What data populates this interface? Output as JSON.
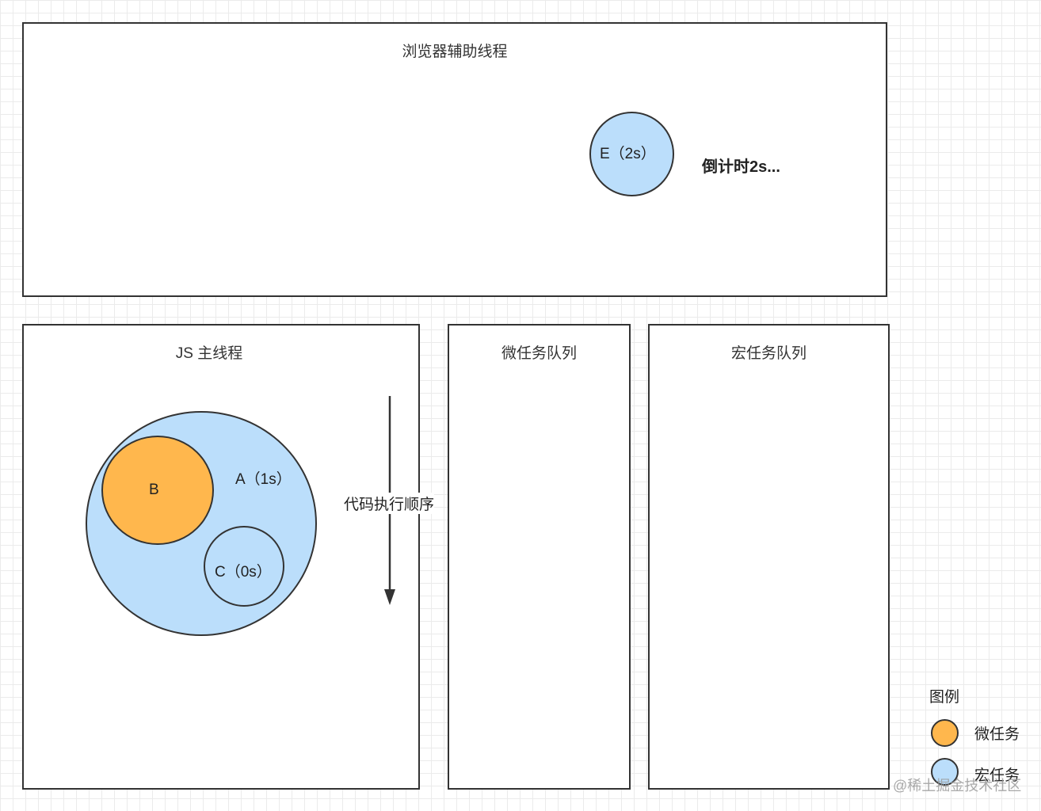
{
  "colors": {
    "macro_task": "#bbdefb",
    "micro_task": "#ffb74d",
    "stroke": "#333333"
  },
  "browser_thread": {
    "title": "浏览器辅助线程",
    "task_e": "E（2s）",
    "countdown": "倒计时2s..."
  },
  "main_thread": {
    "title": "JS 主线程",
    "task_a": "A（1s）",
    "task_b": "B",
    "task_c": "C（0s）",
    "order_label": "代码执行顺序"
  },
  "micro_queue": {
    "title": "微任务队列"
  },
  "macro_queue": {
    "title": "宏任务队列"
  },
  "legend": {
    "title": "图例",
    "micro": "微任务",
    "macro": "宏任务"
  },
  "watermark": "@稀土掘金技术社区"
}
